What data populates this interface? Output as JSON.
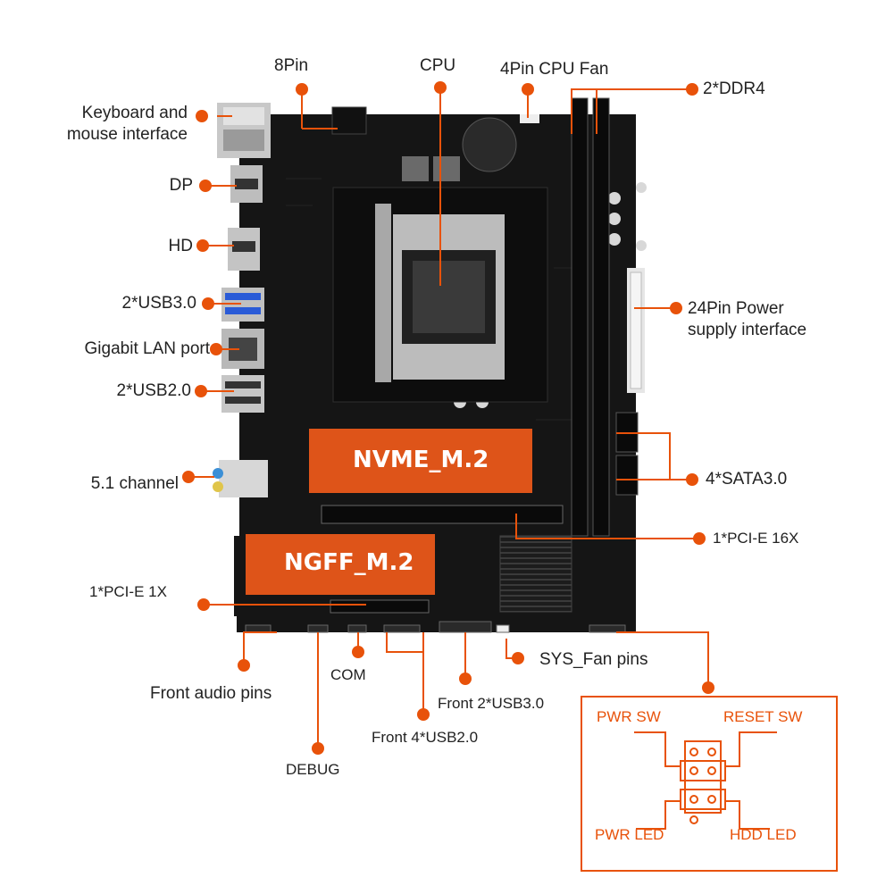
{
  "labels": {
    "pin8": "8Pin",
    "cpu": "CPU",
    "cpu_fan": "4Pin CPU Fan",
    "ddr4": "2*DDR4",
    "keyboard": "Keyboard and\nmouse interface",
    "dp": "DP",
    "hd": "HD",
    "usb30": "2*USB3.0",
    "lan": "Gigabit LAN port",
    "usb20": "2*USB2.0",
    "channel": "5.1 channel",
    "power24": "24Pin Power\nsupply interface",
    "sata": "4*SATA3.0",
    "pcie16": "1*PCI-E 16X",
    "pcie1": "1*PCI-E 1X",
    "sys_fan": "SYS_Fan pins",
    "front_audio": "Front audio pins",
    "com": "COM",
    "front_usb30": "Front 2*USB3.0",
    "front_usb20": "Front 4*USB2.0",
    "debug": "DEBUG"
  },
  "slots": {
    "nvme": "NVME_M.2",
    "ngff": "NGFF_M.2"
  },
  "panel_header": {
    "pwr_sw": "PWR SW",
    "reset_sw": "RESET SW",
    "pwr_led": "PWR LED",
    "hdd_led": "HDD  LED"
  },
  "colors": {
    "accent": "#e8520a",
    "board": "#151515",
    "highlight": "#f05a1a"
  }
}
